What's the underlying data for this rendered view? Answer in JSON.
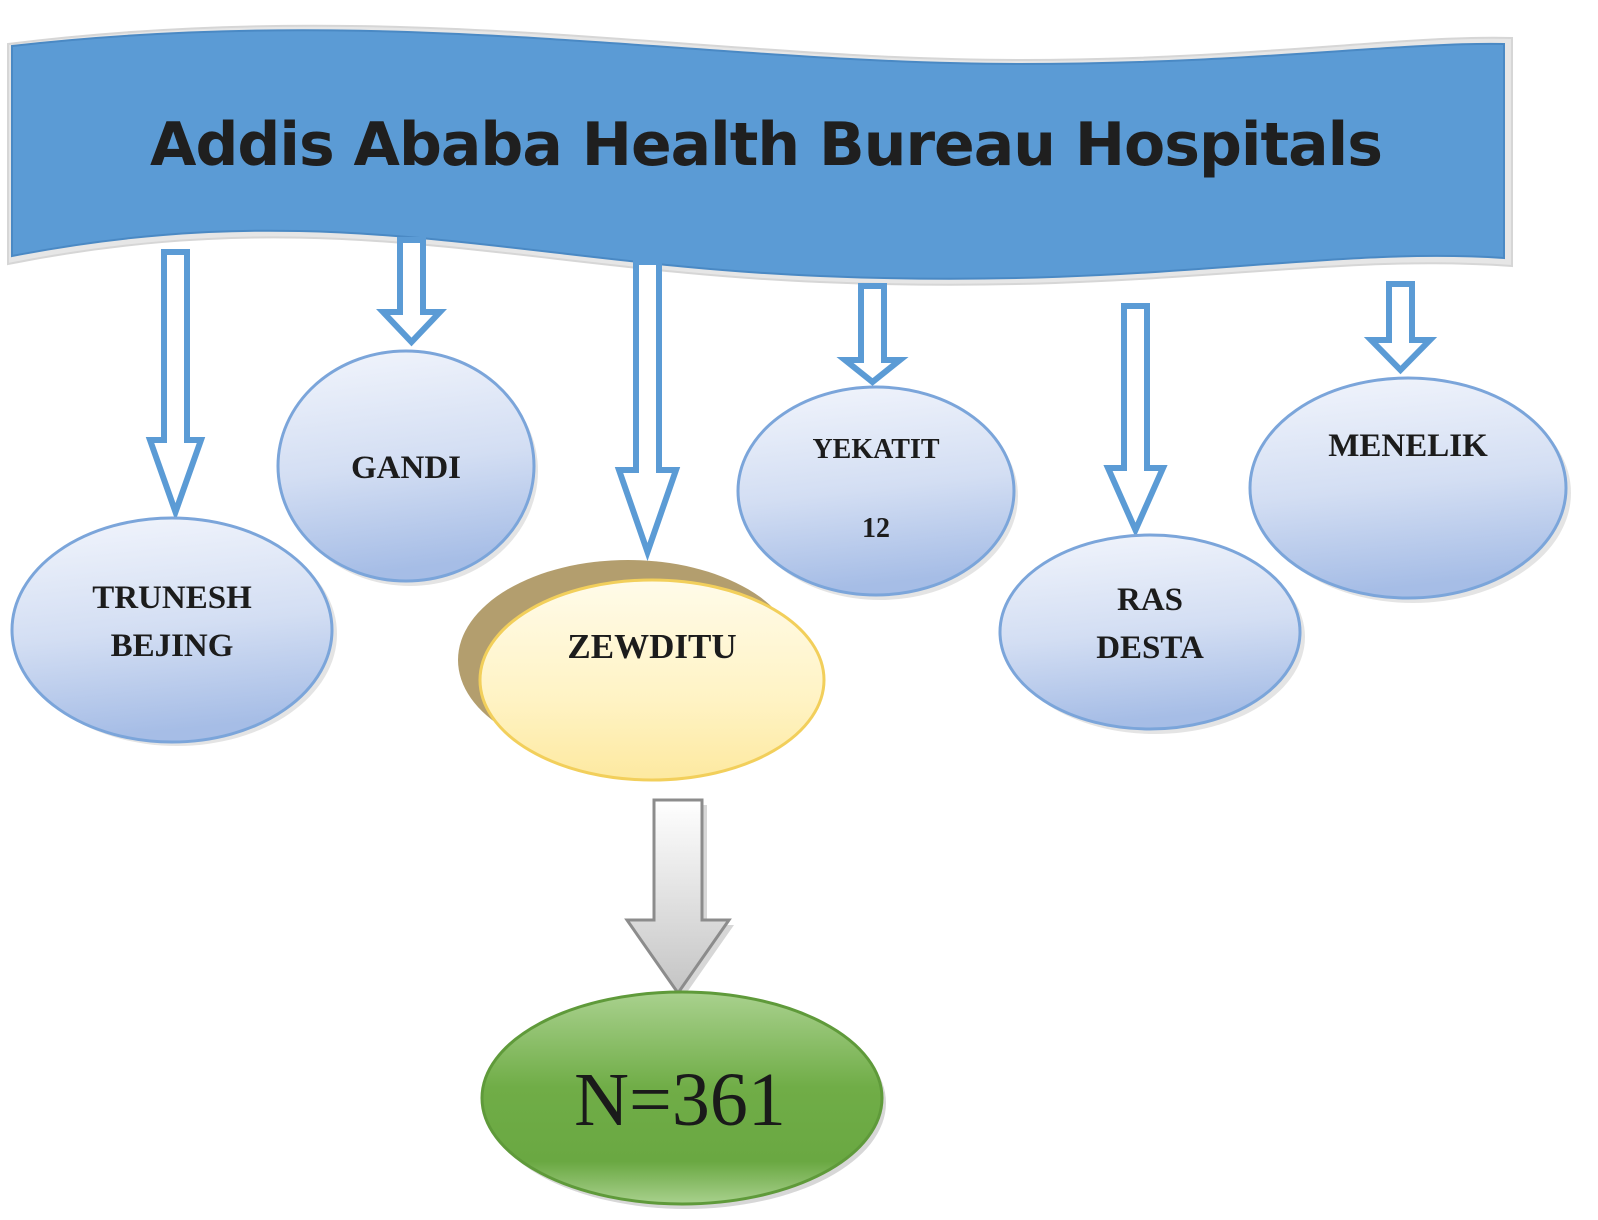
{
  "banner": {
    "title": "Addis Ababa Health Bureau Hospitals",
    "color": "#5b9bd5"
  },
  "hospitals": [
    {
      "id": "trunesh-bejing",
      "lines": [
        "TRUNESH",
        "BEJING"
      ],
      "selected": false
    },
    {
      "id": "gandi",
      "lines": [
        "GANDI"
      ],
      "selected": false
    },
    {
      "id": "zewditu",
      "lines": [
        "ZEWDITU"
      ],
      "selected": true
    },
    {
      "id": "yekatit-12",
      "lines": [
        "YEKATIT",
        "12"
      ],
      "selected": false
    },
    {
      "id": "ras-desta",
      "lines": [
        "RAS",
        "DESTA"
      ],
      "selected": false
    },
    {
      "id": "menelik",
      "lines": [
        "MENELIK"
      ],
      "selected": false
    }
  ],
  "sample": {
    "label": "N=361",
    "color": "#70ad47"
  },
  "colors": {
    "arrow_stroke": "#5b9bd5",
    "hospital_fill_top": "#eef2fb",
    "hospital_fill_bottom": "#a9bfe6",
    "selected_fill": "#fff2c6",
    "selected_stroke": "#f2cf5b",
    "selected_shadow": "#b39e6e"
  }
}
